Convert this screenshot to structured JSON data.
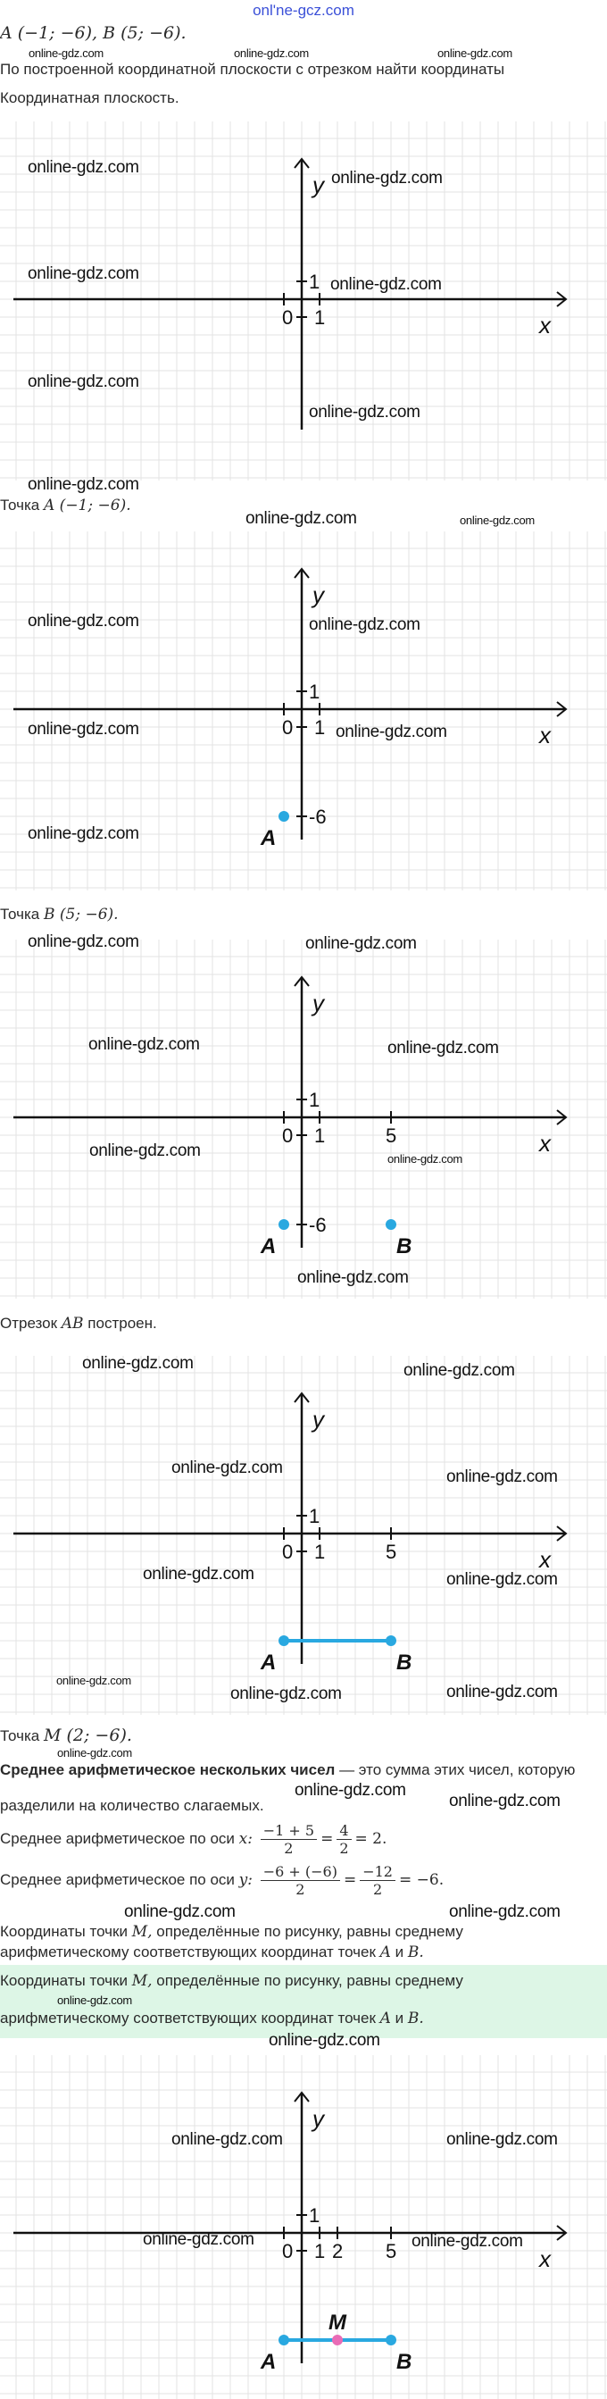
{
  "header_watermark": "onl'ne-gcz.com",
  "watermark": "online-gdz.com",
  "task": {
    "points_line": "A (−1; −6), B (5; −6).",
    "question": "По построенной координатной плоскости с отрезком найти координаты",
    "step1": "Координатная плоскость."
  },
  "steps": {
    "point_a": {
      "prefix": "Точка",
      "math": "A (−1; −6)."
    },
    "point_b": {
      "prefix": "Точка",
      "math": "B (5; −6)."
    },
    "segment": {
      "prefix": "Отрезок",
      "math": "AB",
      "suffix": "построен."
    },
    "point_m": {
      "prefix": "Точка",
      "math": "M (2; −6)."
    }
  },
  "explanation": {
    "definition_bold": "Среднее арифметическое нескольких чисел",
    "definition_rest": " — это сумма этих чисел, которую",
    "definition_line2": "разделили на количество слагаемых.",
    "x_label": "Среднее арифметическое по оси",
    "x_var": "x:",
    "x_num": "−1 + 5",
    "x_den": "2",
    "x_eq1": "=",
    "x_num2": "4",
    "x_den2": "2",
    "x_result": "= 2.",
    "y_label": "Среднее арифметическое по оси",
    "y_var": "y:",
    "y_num": "−6 + (−6)",
    "y_den": "2",
    "y_eq1": "=",
    "y_num2": "−12",
    "y_den2": "2",
    "y_result": "= −6.",
    "conclusion_1a": "Координаты точки",
    "conclusion_m": "M,",
    "conclusion_1b": " определённые по рисунку, равны среднему",
    "conclusion_2a": "арифметическому соответствующих координат точек",
    "conclusion_a": "A",
    "conclusion_and": " и ",
    "conclusion_b": "B."
  },
  "answer": {
    "line1a": "Координаты точки",
    "m": "M,",
    "line1b": " определённые по рисунку, равны среднему",
    "line2a": "арифметическому соответствующих координат точек",
    "a": "A",
    "and": " и ",
    "b": "B."
  },
  "colors": {
    "point": "#29a8e0",
    "midpoint": "#e96cb6",
    "grid": "#e3e3e3",
    "axis": "#111111",
    "answer_bg": "#ddf6e6"
  },
  "graphs": [
    {
      "x_axis_label": "x",
      "y_axis_label": "y",
      "origin_label": "0",
      "x_ticks": [
        {
          "value": 1,
          "label": "1"
        }
      ],
      "y_ticks": [
        {
          "value": 1,
          "label": "1"
        }
      ],
      "points": [],
      "segments": []
    },
    {
      "x_axis_label": "x",
      "y_axis_label": "y",
      "origin_label": "0",
      "x_ticks": [
        {
          "value": 1,
          "label": "1"
        }
      ],
      "y_ticks": [
        {
          "value": 1,
          "label": "1"
        },
        {
          "value": -6,
          "label": "-6"
        }
      ],
      "points": [
        {
          "label": "A",
          "x": -1,
          "y": -6,
          "color": "#29a8e0",
          "side": "left"
        }
      ],
      "segments": []
    },
    {
      "x_axis_label": "x",
      "y_axis_label": "y",
      "origin_label": "0",
      "x_ticks": [
        {
          "value": 1,
          "label": "1"
        },
        {
          "value": 5,
          "label": "5"
        }
      ],
      "y_ticks": [
        {
          "value": 1,
          "label": "1"
        },
        {
          "value": -6,
          "label": "-6"
        }
      ],
      "points": [
        {
          "label": "A",
          "x": -1,
          "y": -6,
          "color": "#29a8e0",
          "side": "left"
        },
        {
          "label": "B",
          "x": 5,
          "y": -6,
          "color": "#29a8e0",
          "side": "right"
        }
      ],
      "segments": []
    },
    {
      "x_axis_label": "x",
      "y_axis_label": "y",
      "origin_label": "0",
      "x_ticks": [
        {
          "value": 1,
          "label": "1"
        },
        {
          "value": 5,
          "label": "5"
        }
      ],
      "y_ticks": [
        {
          "value": 1,
          "label": "1"
        }
      ],
      "points": [
        {
          "label": "A",
          "x": -1,
          "y": -6,
          "color": "#29a8e0",
          "side": "left"
        },
        {
          "label": "B",
          "x": 5,
          "y": -6,
          "color": "#29a8e0",
          "side": "right"
        }
      ],
      "segments": [
        {
          "from": [
            -1,
            -6
          ],
          "to": [
            5,
            -6
          ],
          "color": "#29a8e0"
        }
      ]
    },
    {
      "x_axis_label": "x",
      "y_axis_label": "y",
      "origin_label": "0",
      "x_ticks": [
        {
          "value": 1,
          "label": "1"
        },
        {
          "value": 2,
          "label": "2"
        },
        {
          "value": 5,
          "label": "5"
        }
      ],
      "y_ticks": [
        {
          "value": 1,
          "label": "1"
        }
      ],
      "points": [
        {
          "label": "A",
          "x": -1,
          "y": -6,
          "color": "#29a8e0",
          "side": "left"
        },
        {
          "label": "B",
          "x": 5,
          "y": -6,
          "color": "#29a8e0",
          "side": "right"
        },
        {
          "label": "M",
          "x": 2,
          "y": -6,
          "color": "#e96cb6",
          "side": "top"
        }
      ],
      "segments": [
        {
          "from": [
            -1,
            -6
          ],
          "to": [
            5,
            -6
          ],
          "color": "#29a8e0"
        }
      ]
    }
  ]
}
